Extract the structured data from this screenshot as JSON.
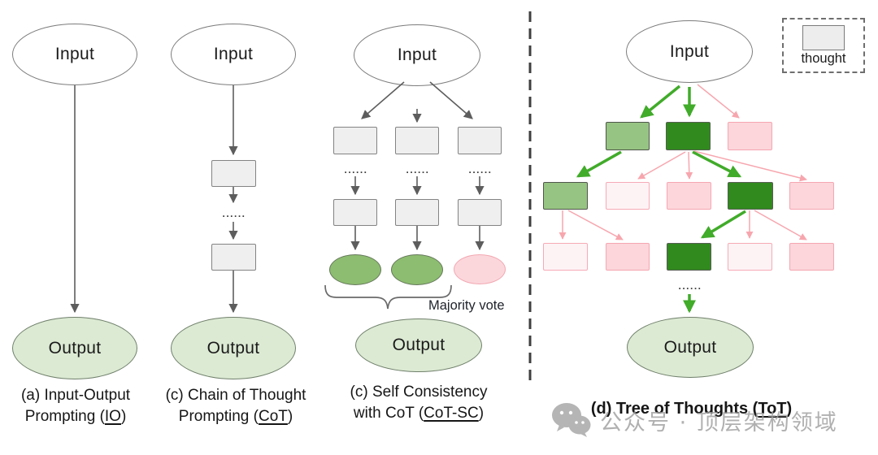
{
  "figure": {
    "description": "Comparison of prompting strategies diagram",
    "dots": "......"
  },
  "panels": {
    "io": {
      "input": "Input",
      "output": "Output",
      "caption_line1": "(a) Input-Output",
      "caption_line2_pre": "Prompting (",
      "caption_line2_abbr": "IO",
      "caption_line2_post": ")"
    },
    "cot": {
      "input": "Input",
      "output": "Output",
      "dots": "......",
      "caption_line1": "(c) Chain of Thought",
      "caption_line2_pre": "Prompting (",
      "caption_line2_abbr": "CoT",
      "caption_line2_post": ")"
    },
    "cotsc": {
      "input": "Input",
      "output": "Output",
      "dots": "......",
      "majority_vote_label": "Majority vote",
      "caption_line1": "(c) Self Consistency",
      "caption_line2_pre": "with CoT (",
      "caption_line2_abbr": "CoT-SC",
      "caption_line2_post": ")"
    },
    "tot": {
      "input": "Input",
      "output": "Output",
      "dots": "......",
      "legend_label": "thought",
      "caption_pre": "(d) Tree of Thoughts (",
      "caption_abbr": "ToT",
      "caption_post": ")"
    }
  },
  "watermark": {
    "text": "公众号 · 顶层架构领域",
    "icon": "wechat-icon"
  },
  "colors": {
    "thought_gray_fill": "#efefef",
    "output_green_fill": "#dcead3",
    "result_green_fill": "#8dbd70",
    "result_pink_fill": "#fbd7dc",
    "tot_state_green_light": "#96c482",
    "tot_state_green_dark": "#318a1e",
    "tot_state_pink": "#fcd6db",
    "tot_state_pink_faint": "#fdf3f5",
    "arrow_gray": "#5d5d5d",
    "arrow_green": "#41ab2a",
    "arrow_pink": "#f7a6ae"
  }
}
